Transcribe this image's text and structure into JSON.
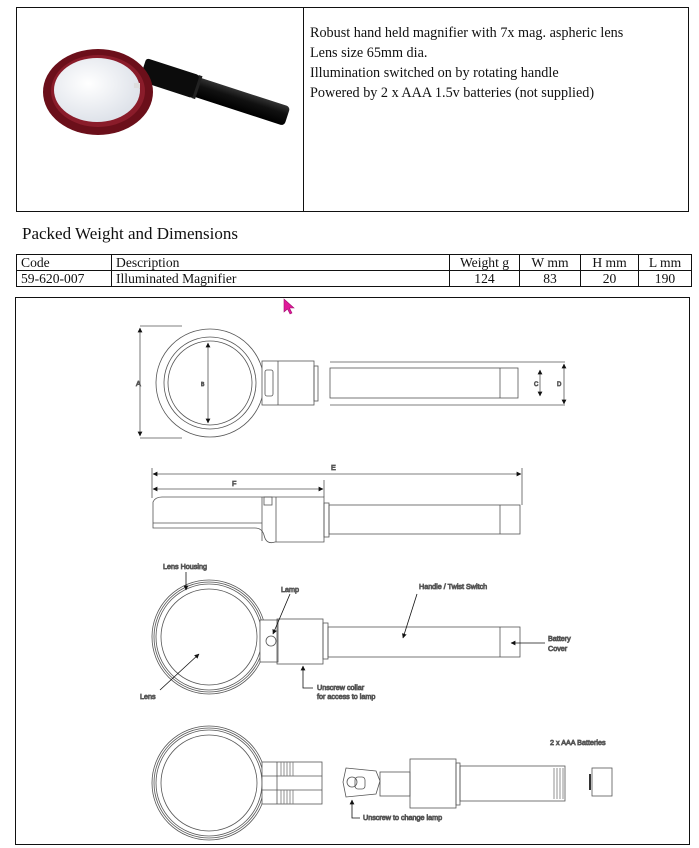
{
  "product": {
    "image_alt": "magnifier-photo",
    "description_lines": [
      "Robust hand held magnifier with 7x mag. aspheric lens",
      "Lens size 65mm dia.",
      "Illumination switched on by rotating handle",
      "Powered by 2 x AAA 1.5v batteries (not supplied)"
    ]
  },
  "dimensions": {
    "title": "Packed Weight and Dimensions",
    "headers": [
      "Code",
      "Description",
      "Weight g",
      "W mm",
      "H mm",
      "L mm"
    ],
    "rows": [
      [
        "59-620-007",
        "Illuminated Magnifier",
        "124",
        "83",
        "20",
        "190"
      ]
    ]
  },
  "drawing": {
    "dimension_labels": {
      "a": "A",
      "b": "B",
      "c": "C",
      "d": "D",
      "e": "E",
      "f": "F"
    },
    "callouts": {
      "lens_housing": "Lens Housing",
      "lamp": "Lamp",
      "handle": "Handle / Twist Switch",
      "battery_cover_1": "Battery",
      "battery_cover_2": "Cover",
      "lens": "Lens",
      "collar_1": "Unscrew collar",
      "collar_2": "for access to lamp",
      "batteries": "2 x AAA Batteries",
      "change_lamp": "Unscrew to change lamp"
    }
  },
  "colors": {
    "border": "#111111",
    "frame": "#6b0f1a",
    "cursor": "#e0189a"
  }
}
